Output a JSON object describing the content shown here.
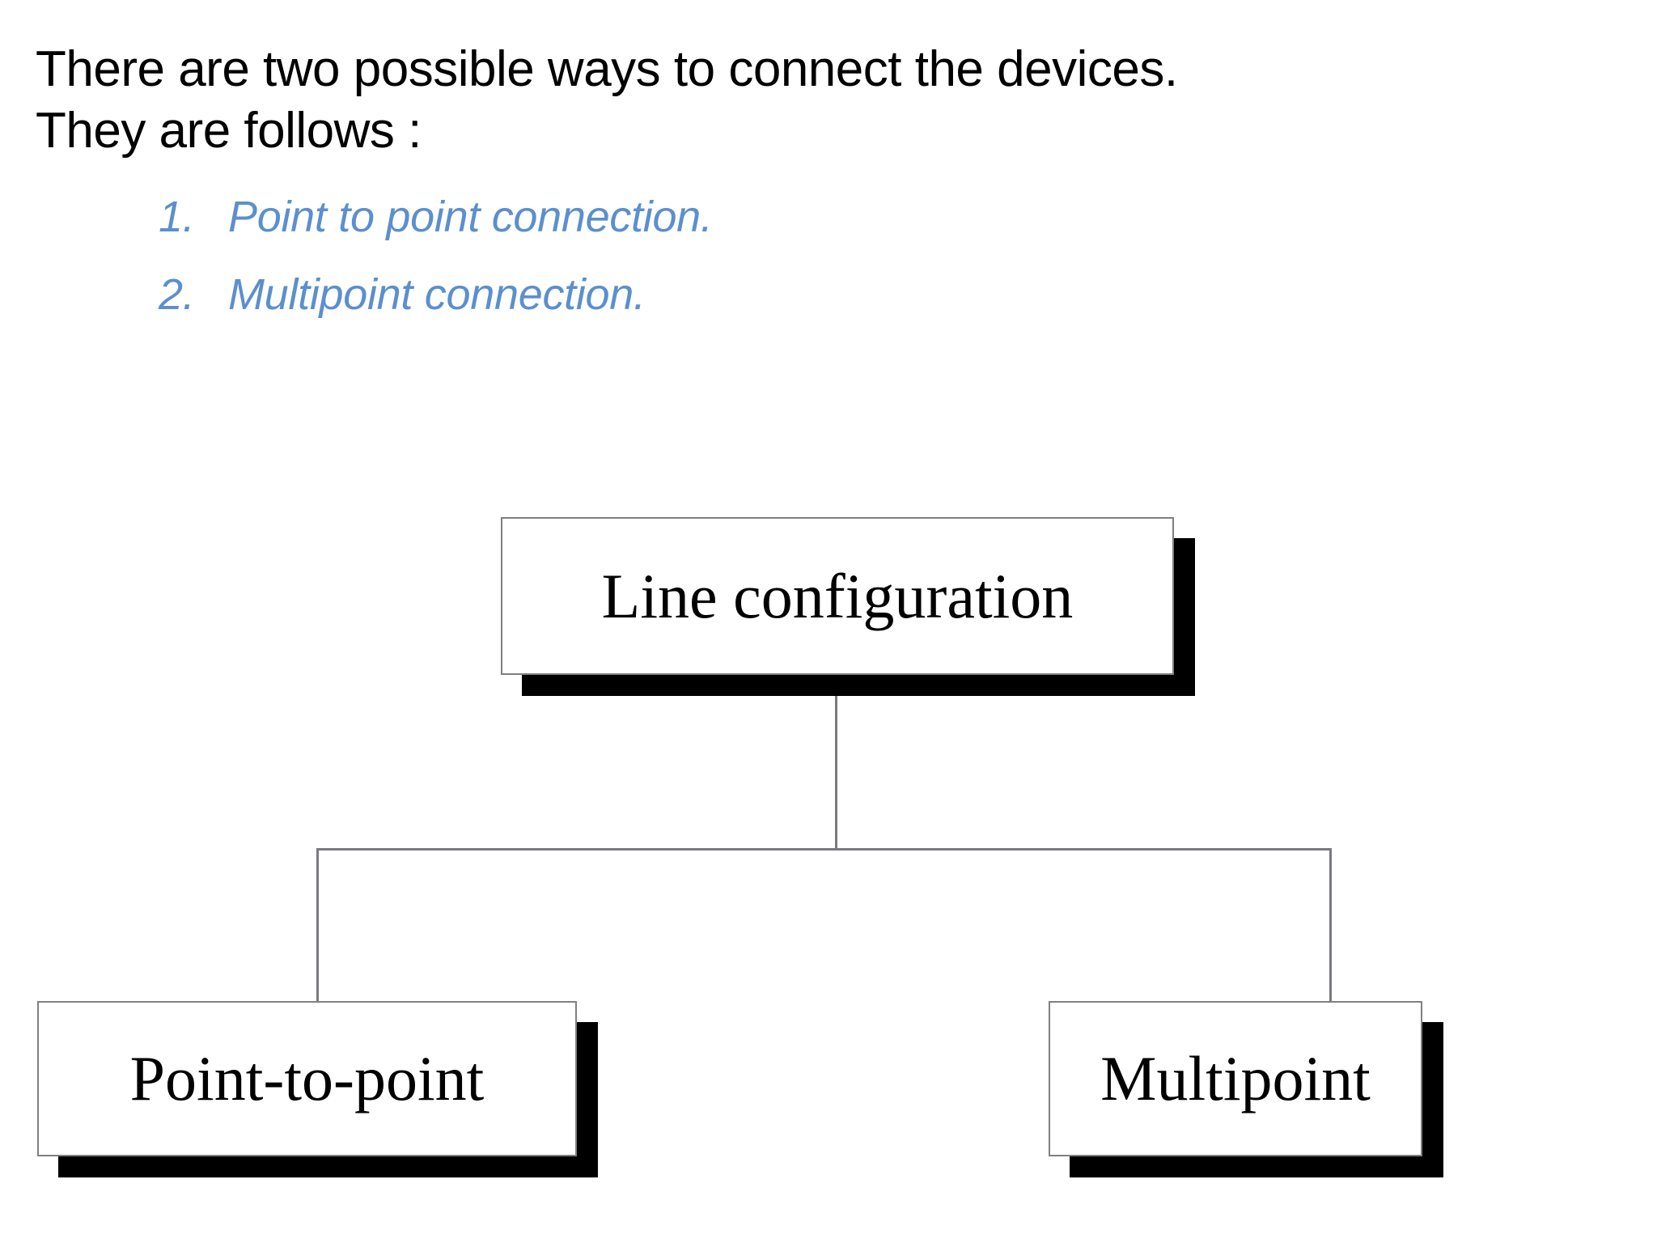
{
  "slide": {
    "background_color": "#FFFFFF",
    "heading": "There are two possible ways to connect the devices.\nThey are follows :",
    "list_accent_color": "#5B8FCE",
    "items": [
      {
        "number": "1.",
        "text": "Point to point connection."
      },
      {
        "number": "2.",
        "text": "Multipoint connection."
      }
    ]
  },
  "diagram": {
    "type": "hierarchy",
    "shadow_color": "#000000",
    "box_border_color": "#808080",
    "box_fill_color": "#FFFFFF",
    "connector_color": "#7A7A7F",
    "root": {
      "label": "Line configuration"
    },
    "children": [
      {
        "label": "Point-to-point"
      },
      {
        "label": "Multipoint"
      }
    ]
  }
}
